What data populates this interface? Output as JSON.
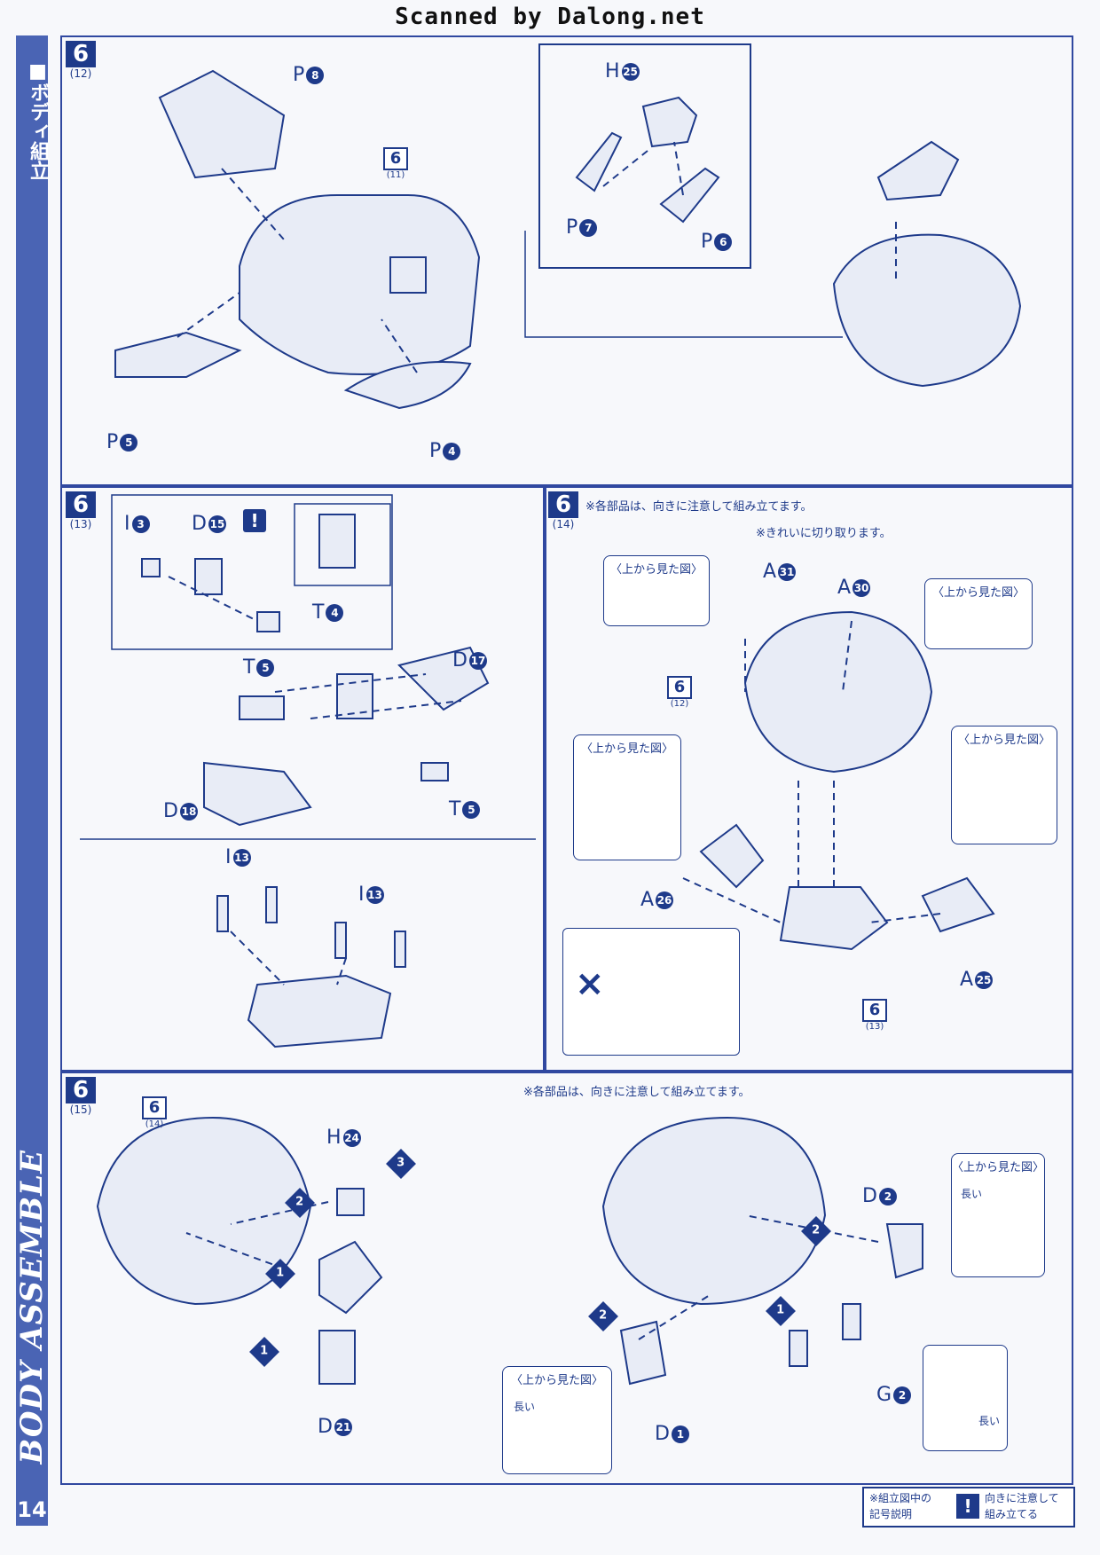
{
  "watermark": "Scanned by Dalong.net",
  "sidebar": {
    "title_jp": "■ボディ組立",
    "title_en": "BODY ASSEMBLE",
    "page": "14"
  },
  "step12": {
    "step": "6",
    "sub": "(12)",
    "ref": {
      "step": "6",
      "sub": "(11)"
    },
    "parts": {
      "p8": "P",
      "p8n": "8",
      "p5": "P",
      "p5n": "5",
      "p4": "P",
      "p4n": "4",
      "h25": "H",
      "h25n": "25",
      "p7": "P",
      "p7n": "7",
      "p6": "P",
      "p6n": "6"
    }
  },
  "step13": {
    "step": "6",
    "sub": "(13)",
    "parts": {
      "i3": "I",
      "i3n": "3",
      "d15": "D",
      "d15n": "15",
      "t4": "T",
      "t4n": "4",
      "t5a": "T",
      "t5an": "5",
      "d17": "D",
      "d17n": "17",
      "d18": "D",
      "d18n": "18",
      "t5b": "T",
      "t5bn": "5",
      "i13a": "I",
      "i13an": "13",
      "i13b": "I",
      "i13bn": "13"
    },
    "caution": "!"
  },
  "step14": {
    "step": "6",
    "sub": "(14)",
    "note_orientation": "※各部品は、向きに注意して組み立てます。",
    "note_cut": "※きれいに切り取ります。",
    "top_view": "〈上から見た図〉",
    "ref12": {
      "step": "6",
      "sub": "(12)"
    },
    "ref13": {
      "step": "6",
      "sub": "(13)"
    },
    "parts": {
      "a31": "A",
      "a31n": "31",
      "a30": "A",
      "a30n": "30",
      "a26": "A",
      "a26n": "26",
      "a25": "A",
      "a25n": "25"
    },
    "wrong": "×"
  },
  "step15": {
    "step": "6",
    "sub": "(15)",
    "ref14": {
      "step": "6",
      "sub": "(14)"
    },
    "note_orientation": "※各部品は、向きに注意して組み立てます。",
    "top_view": "〈上から見た図〉",
    "long": "長い",
    "parts": {
      "h24": "H",
      "h24n": "24",
      "d21": "D",
      "d21n": "21",
      "d2": "D",
      "d2n": "2",
      "d1": "D",
      "d1n": "1",
      "g2": "G",
      "g2n": "2"
    },
    "steps": [
      "1",
      "2",
      "3"
    ]
  },
  "legend": {
    "title_l1": "※組立図中の",
    "title_l2": "記号説明",
    "icon": "!",
    "desc_l1": "向きに注意して",
    "desc_l2": "組み立てる"
  }
}
